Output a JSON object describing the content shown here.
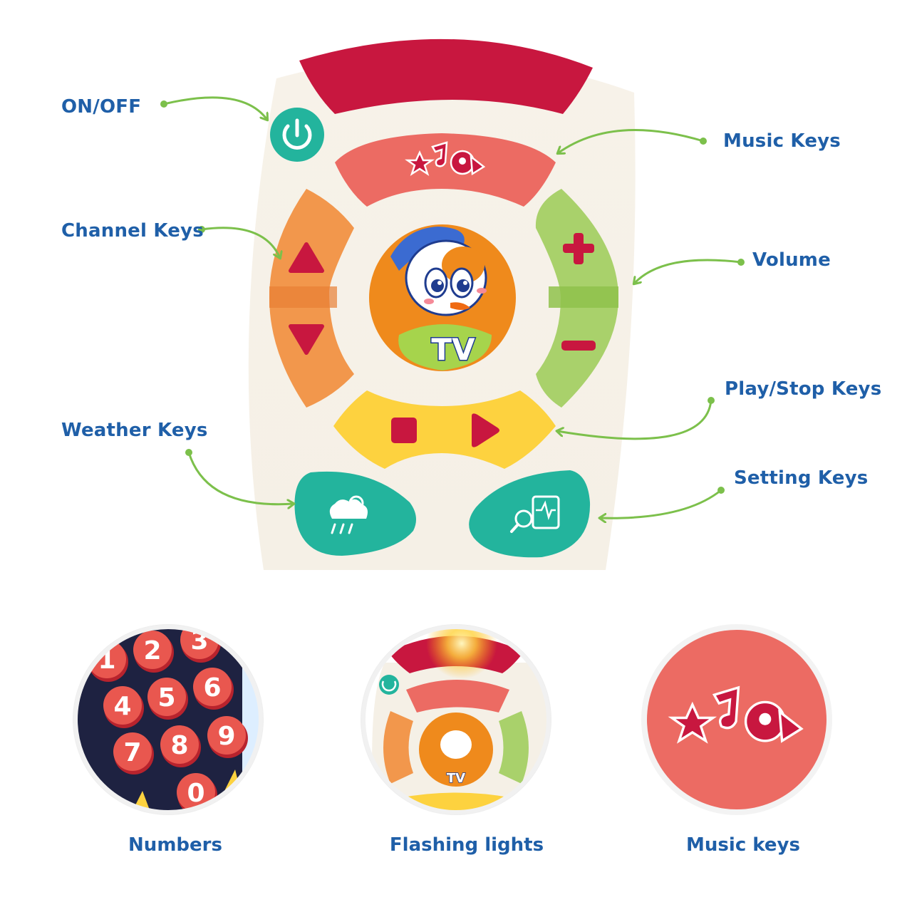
{
  "callouts": {
    "on_off": "ON/OFF",
    "music_keys": "Music Keys",
    "channel_keys": "Channel Keys",
    "volume": "Volume",
    "play_stop_keys": "Play/Stop Keys",
    "weather_keys": "Weather Keys",
    "setting_keys": "Setting Keys"
  },
  "center_badge": {
    "logo_text": "TV"
  },
  "features": [
    {
      "caption": "Numbers",
      "icon": "number-keypad"
    },
    {
      "caption": "Flashing lights",
      "icon": "remote-with-light"
    },
    {
      "caption": "Music keys",
      "icon": "music-note-icon"
    }
  ],
  "keypad_digits": [
    "1",
    "2",
    "3",
    "4",
    "5",
    "6",
    "7",
    "8",
    "9",
    "0"
  ],
  "colors": {
    "label_blue": "#1f5fa8",
    "arrow_green": "#7cc04b",
    "remote_body": "#f7f3ec",
    "top_strip": "#c8173f",
    "music_key": "#ec6b63",
    "channel_key": "#f2974c",
    "volume_key": "#a9d16b",
    "play_key": "#fdd23f",
    "weather_key": "#23b49d",
    "power_button": "#23b49d"
  }
}
